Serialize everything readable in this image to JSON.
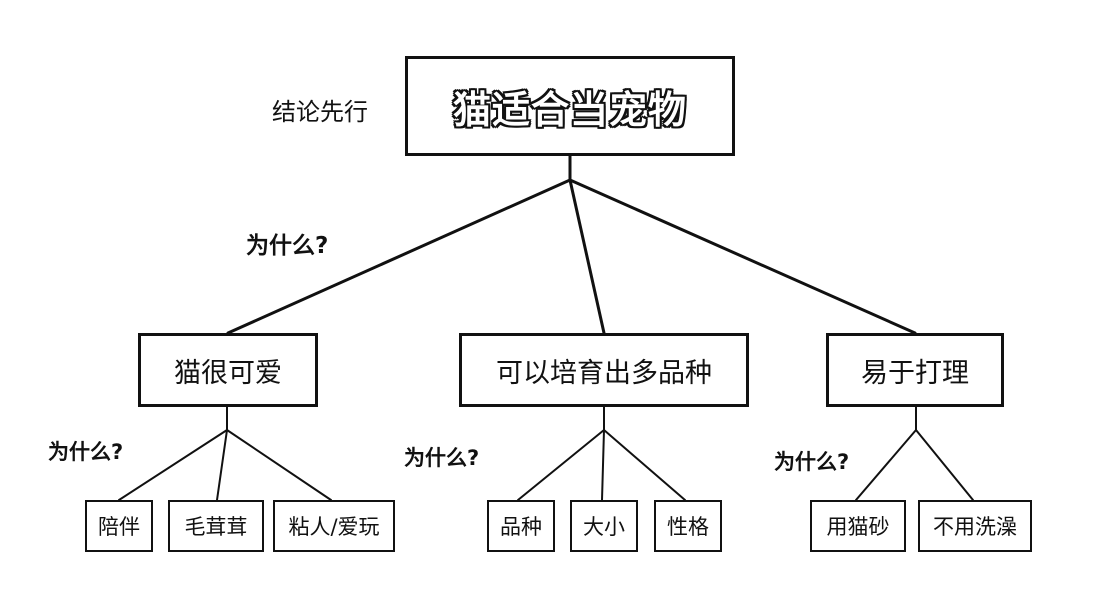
{
  "diagram": {
    "root": {
      "text": "猫适合当宠物"
    },
    "root_note": "结论先行",
    "why_labels": [
      "为什么?",
      "为什么?",
      "为什么?",
      "为什么?"
    ],
    "branches": [
      {
        "text": "猫很可爱",
        "children": [
          "陪伴",
          "毛茸茸",
          "粘人/爱玩"
        ]
      },
      {
        "text": "可以培育出多品种",
        "children": [
          "品种",
          "大小",
          "性格"
        ]
      },
      {
        "text": "易于打理",
        "children": [
          "用猫砂",
          "不用洗澡"
        ]
      }
    ]
  }
}
